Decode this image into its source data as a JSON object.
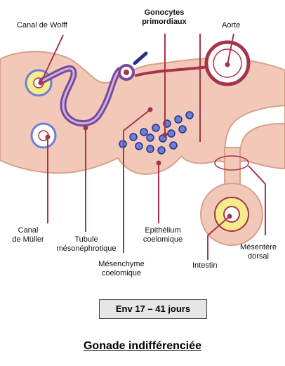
{
  "labels": {
    "canal_wolff": "Canal de Wolff",
    "gonocytes_line1": "Gonocytes",
    "gonocytes_line2": "primordiaux",
    "aorte": "Aorte",
    "canal_muller_line1": "Canal",
    "canal_muller_line2": "de Müller",
    "tubule_line1": "Tubule",
    "tubule_line2": "mésonéphrotique",
    "epithelium_line1": "Epithélium",
    "epithelium_line2": "coelomique",
    "mesentere_line1": "Mésentère",
    "mesentere_line2": "dorsal",
    "mesenchyme_line1": "Mésenchyme",
    "mesenchyme_line2": "coelomique",
    "intestin": "Intestin"
  },
  "caption": "Env 17 – 41 jours",
  "title": "Gonade indifférenciée",
  "colors": {
    "tissue_fill": "#f2c9b8",
    "tissue_edge": "#d9a08a",
    "leader_line": "#a8324a",
    "tubule": "#7a4a9a",
    "duct_ring": "#6a80d8",
    "yellow": "#f7ec8a",
    "gonocyte": "#2a2f86"
  }
}
